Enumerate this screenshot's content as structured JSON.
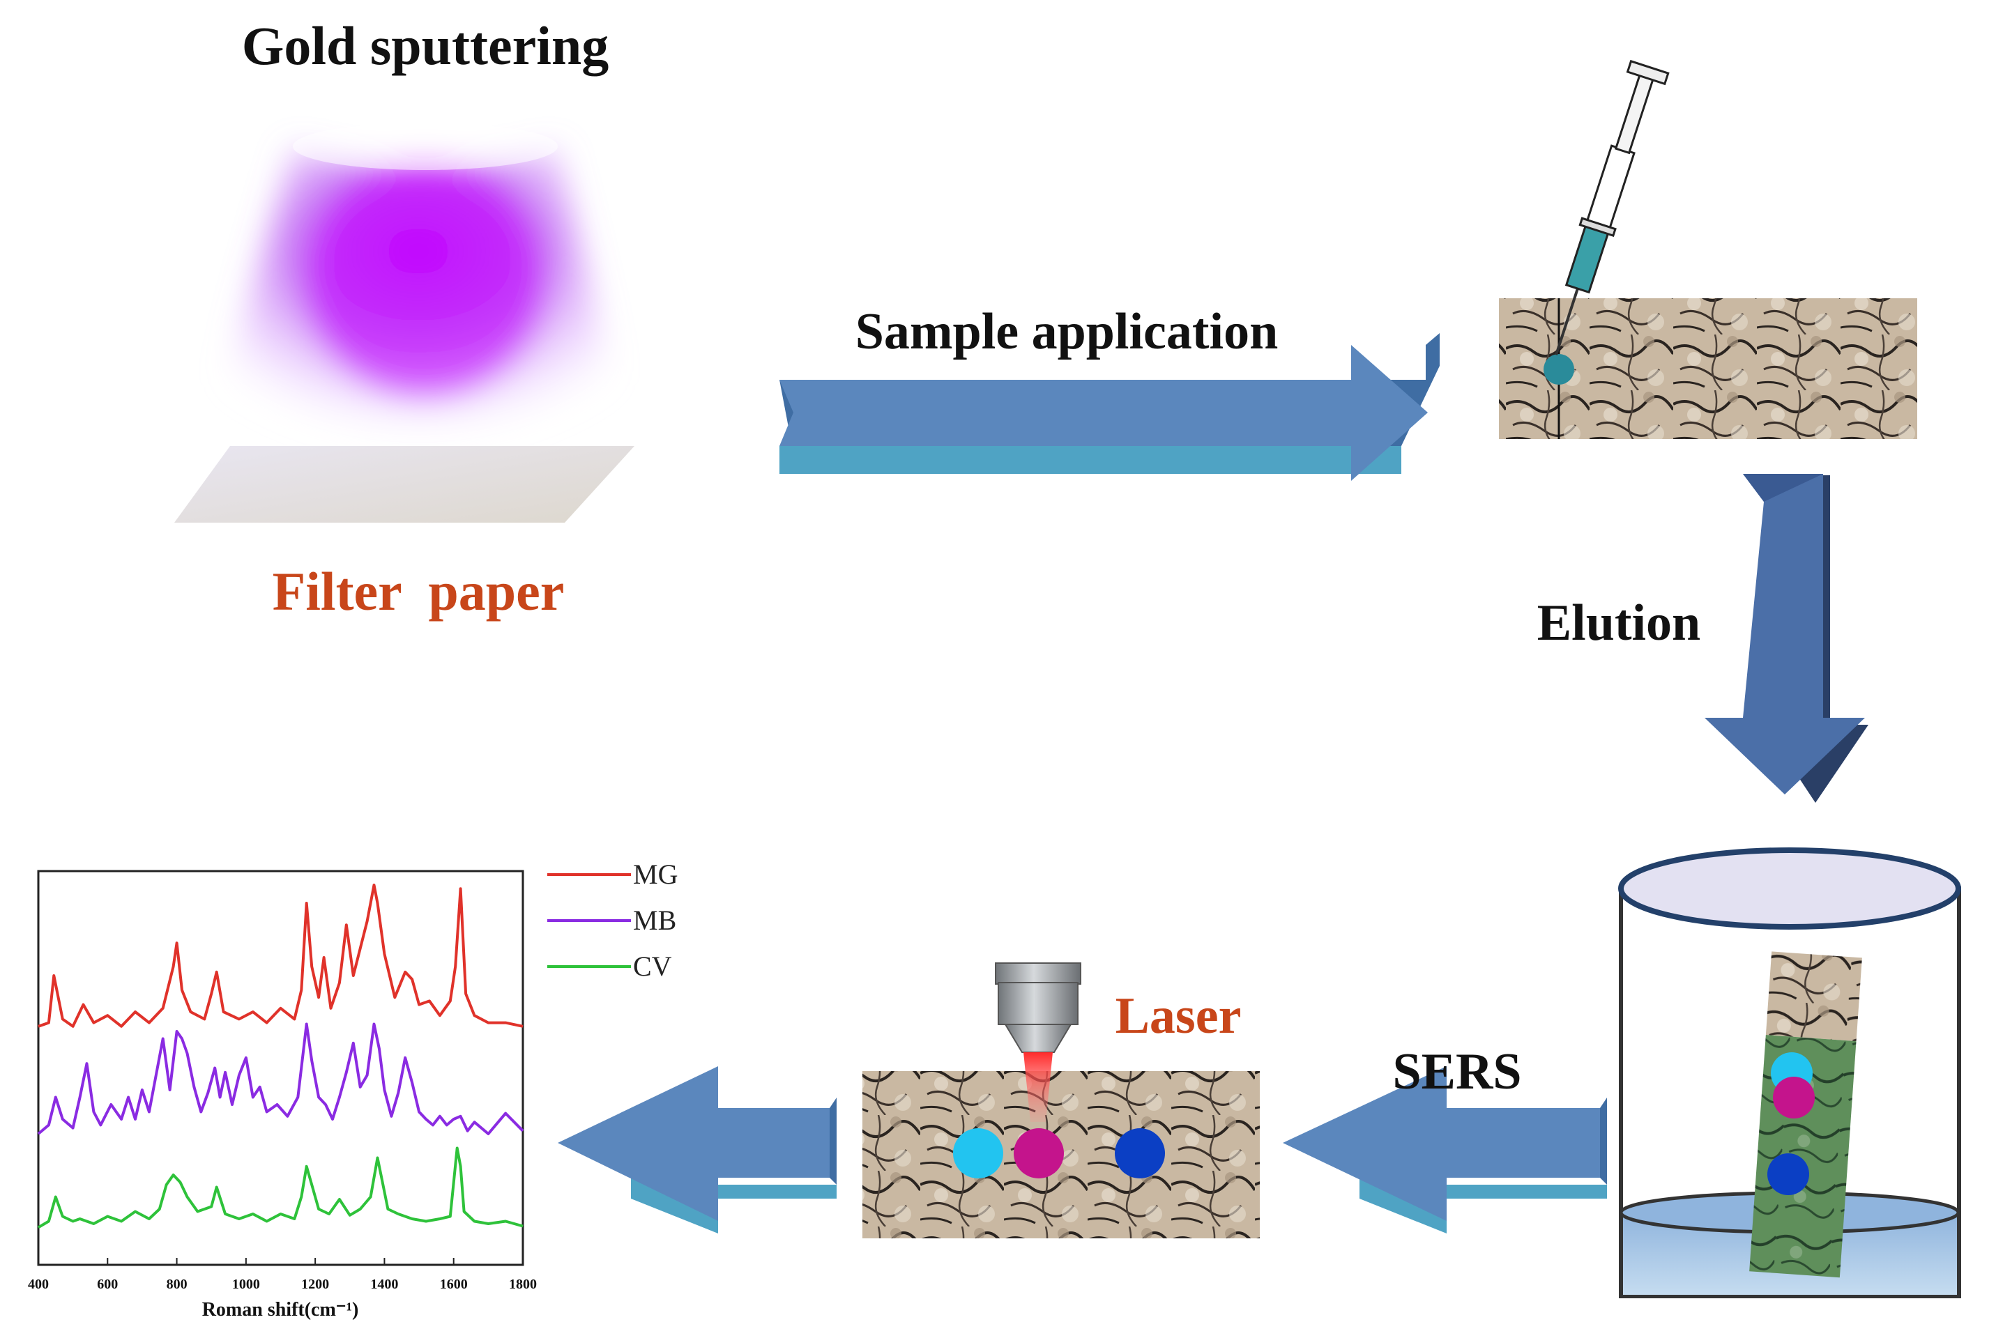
{
  "labels": {
    "gold_sputtering": "Gold sputtering",
    "filter_paper": "Filter  paper",
    "sample_application": "Sample application",
    "elution": "Elution",
    "sers": "SERS",
    "laser": "Laser"
  },
  "colors": {
    "arrow_face": "#5b87bd",
    "arrow_side": "#3f6da3",
    "arrow_bottom": "#4fa3c4",
    "label_orange": "#c8461a",
    "plasma": "#c100ff",
    "dot_cyan": "#22c4f0",
    "dot_magenta": "#c4148c",
    "dot_blue": "#0b3fc4"
  },
  "chart_data": {
    "type": "line",
    "xlabel": "Roman  shift(cm⁻¹)",
    "ylabel": "",
    "xlim": [
      400,
      1800
    ],
    "x_ticks": [
      "400",
      "600",
      "800",
      "1000",
      "1200",
      "1400",
      "1600",
      "1800"
    ],
    "grid": false,
    "legend_position": "top-right",
    "series": [
      {
        "name": "MG",
        "color": "#e0322a",
        "x": [
          400,
          430,
          445,
          470,
          500,
          530,
          560,
          600,
          640,
          680,
          720,
          760,
          790,
          800,
          815,
          840,
          880,
          900,
          915,
          935,
          980,
          1020,
          1060,
          1100,
          1140,
          1160,
          1175,
          1190,
          1210,
          1225,
          1245,
          1270,
          1290,
          1310,
          1330,
          1350,
          1370,
          1380,
          1400,
          1430,
          1460,
          1480,
          1500,
          1530,
          1560,
          1590,
          1605,
          1620,
          1635,
          1660,
          1700,
          1750,
          1800
        ],
        "y": [
          0.22,
          0.24,
          0.5,
          0.26,
          0.22,
          0.34,
          0.24,
          0.28,
          0.22,
          0.3,
          0.24,
          0.32,
          0.55,
          0.68,
          0.42,
          0.3,
          0.26,
          0.4,
          0.52,
          0.3,
          0.26,
          0.3,
          0.24,
          0.32,
          0.26,
          0.42,
          0.9,
          0.55,
          0.38,
          0.6,
          0.32,
          0.46,
          0.78,
          0.5,
          0.65,
          0.8,
          1.0,
          0.9,
          0.62,
          0.38,
          0.52,
          0.48,
          0.34,
          0.36,
          0.28,
          0.36,
          0.55,
          0.98,
          0.4,
          0.28,
          0.24,
          0.24,
          0.22
        ]
      },
      {
        "name": "MB",
        "color": "#8a2be2",
        "x": [
          400,
          430,
          450,
          470,
          500,
          520,
          540,
          560,
          580,
          610,
          640,
          660,
          680,
          700,
          720,
          740,
          760,
          780,
          800,
          815,
          830,
          850,
          870,
          890,
          910,
          925,
          940,
          960,
          980,
          1000,
          1020,
          1040,
          1060,
          1090,
          1120,
          1150,
          1175,
          1190,
          1210,
          1230,
          1250,
          1270,
          1290,
          1310,
          1330,
          1350,
          1370,
          1385,
          1400,
          1420,
          1440,
          1460,
          1480,
          1500,
          1520,
          1540,
          1560,
          1580,
          1600,
          1620,
          1640,
          1660,
          1700,
          1750,
          1800
        ],
        "y": [
          0.3,
          0.36,
          0.55,
          0.4,
          0.34,
          0.55,
          0.78,
          0.45,
          0.36,
          0.5,
          0.4,
          0.55,
          0.4,
          0.6,
          0.45,
          0.7,
          0.95,
          0.6,
          1.0,
          0.95,
          0.85,
          0.62,
          0.45,
          0.58,
          0.75,
          0.55,
          0.72,
          0.5,
          0.7,
          0.82,
          0.55,
          0.62,
          0.45,
          0.5,
          0.42,
          0.55,
          1.05,
          0.8,
          0.55,
          0.5,
          0.4,
          0.55,
          0.72,
          0.92,
          0.62,
          0.7,
          1.05,
          0.88,
          0.6,
          0.42,
          0.58,
          0.82,
          0.65,
          0.45,
          0.4,
          0.36,
          0.42,
          0.36,
          0.4,
          0.42,
          0.32,
          0.38,
          0.3,
          0.44,
          0.32
        ]
      },
      {
        "name": "CV",
        "color": "#2ec23a",
        "x": [
          400,
          430,
          450,
          470,
          500,
          520,
          560,
          600,
          640,
          680,
          720,
          750,
          770,
          790,
          810,
          830,
          860,
          900,
          915,
          940,
          980,
          1020,
          1060,
          1100,
          1140,
          1160,
          1175,
          1190,
          1210,
          1240,
          1270,
          1300,
          1330,
          1360,
          1380,
          1390,
          1410,
          1440,
          1480,
          1520,
          1560,
          1590,
          1610,
          1620,
          1630,
          1660,
          1700,
          1750,
          1800
        ],
        "y": [
          0.05,
          0.1,
          0.3,
          0.14,
          0.1,
          0.12,
          0.08,
          0.14,
          0.1,
          0.18,
          0.12,
          0.2,
          0.4,
          0.48,
          0.42,
          0.3,
          0.18,
          0.22,
          0.38,
          0.16,
          0.12,
          0.16,
          0.1,
          0.16,
          0.12,
          0.3,
          0.55,
          0.4,
          0.2,
          0.16,
          0.28,
          0.15,
          0.2,
          0.3,
          0.62,
          0.48,
          0.2,
          0.16,
          0.12,
          0.1,
          0.12,
          0.14,
          0.7,
          0.55,
          0.18,
          0.1,
          0.08,
          0.1,
          0.06
        ]
      }
    ]
  }
}
